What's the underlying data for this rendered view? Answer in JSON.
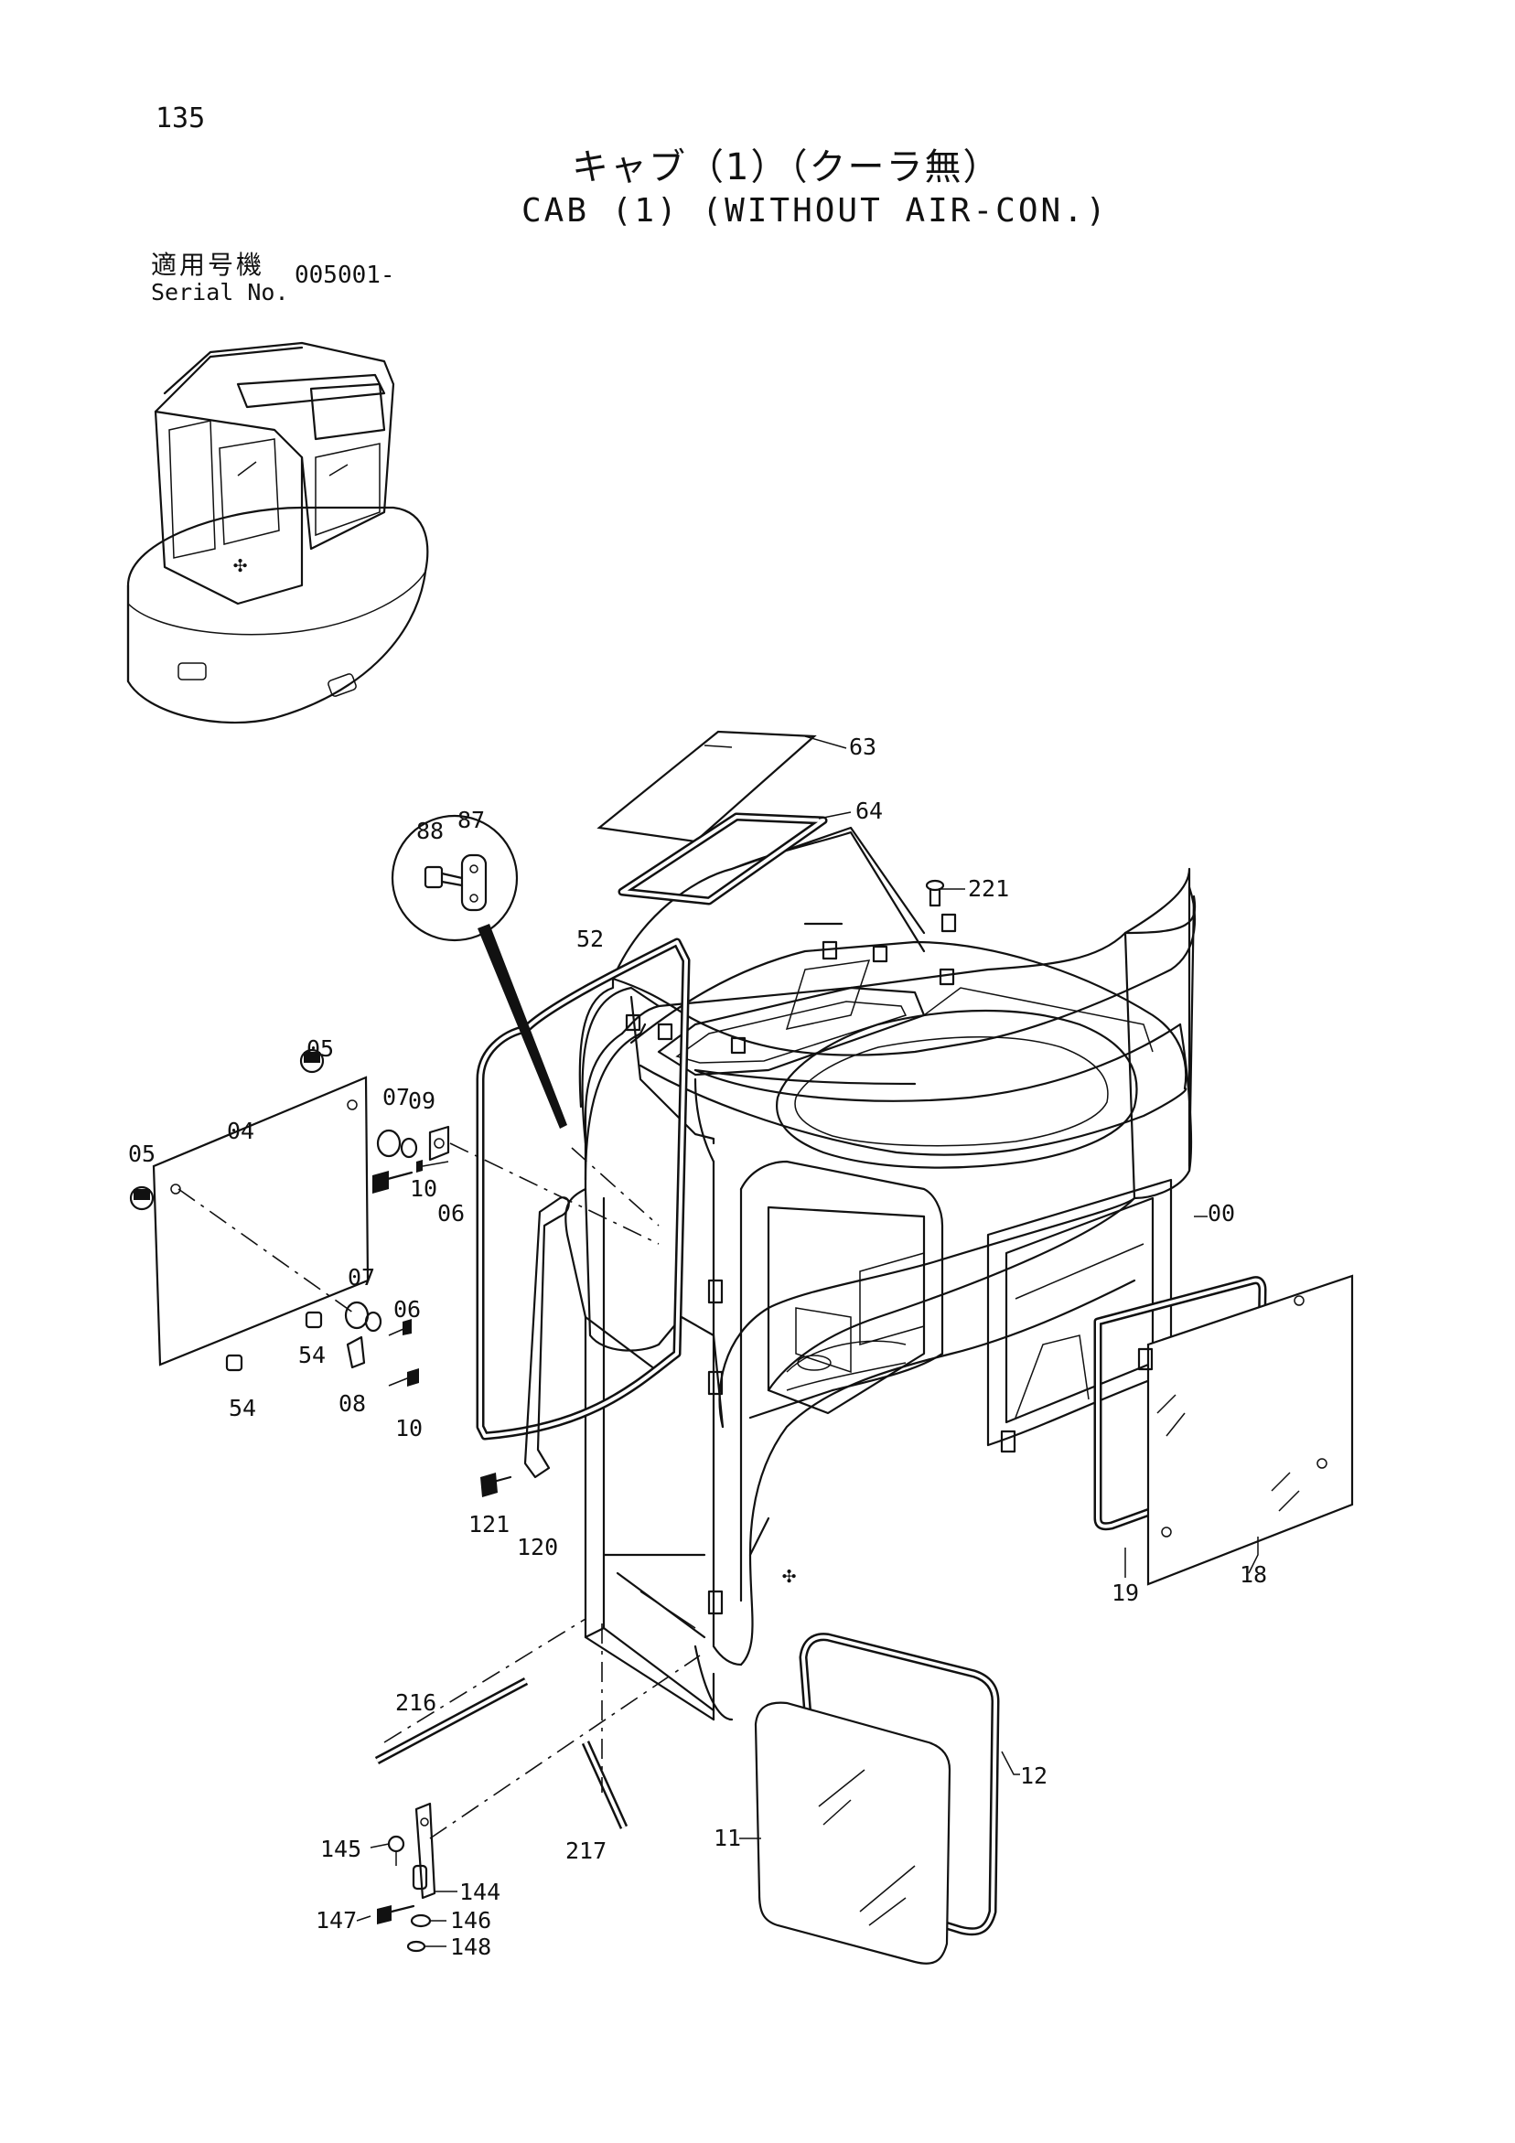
{
  "page": {
    "number": "135",
    "title_ja": "キャブ（1）（クーラ無）",
    "title_en": "CAB (1) (WITHOUT AIR-CON.)",
    "serial_label_ja": "適用号機",
    "serial_label_en": "Serial No.",
    "serial_value": "005001-"
  },
  "callouts": [
    {
      "id": "00",
      "label": "00"
    },
    {
      "id": "04",
      "label": "04"
    },
    {
      "id": "05a",
      "label": "05"
    },
    {
      "id": "05b",
      "label": "05"
    },
    {
      "id": "06a",
      "label": "06"
    },
    {
      "id": "06b",
      "label": "06"
    },
    {
      "id": "07a",
      "label": "07"
    },
    {
      "id": "07b",
      "label": "07"
    },
    {
      "id": "08",
      "label": "08"
    },
    {
      "id": "09",
      "label": "09"
    },
    {
      "id": "10a",
      "label": "10"
    },
    {
      "id": "10b",
      "label": "10"
    },
    {
      "id": "11",
      "label": "11"
    },
    {
      "id": "12",
      "label": "12"
    },
    {
      "id": "18",
      "label": "18"
    },
    {
      "id": "19",
      "label": "19"
    },
    {
      "id": "52",
      "label": "52"
    },
    {
      "id": "54a",
      "label": "54"
    },
    {
      "id": "54b",
      "label": "54"
    },
    {
      "id": "63",
      "label": "63"
    },
    {
      "id": "64",
      "label": "64"
    },
    {
      "id": "87",
      "label": "87"
    },
    {
      "id": "88",
      "label": "88"
    },
    {
      "id": "120",
      "label": "120"
    },
    {
      "id": "121",
      "label": "121"
    },
    {
      "id": "144",
      "label": "144"
    },
    {
      "id": "145",
      "label": "145"
    },
    {
      "id": "146",
      "label": "146"
    },
    {
      "id": "147",
      "label": "147"
    },
    {
      "id": "148",
      "label": "148"
    },
    {
      "id": "216",
      "label": "216"
    },
    {
      "id": "217",
      "label": "217"
    },
    {
      "id": "221",
      "label": "221"
    }
  ]
}
